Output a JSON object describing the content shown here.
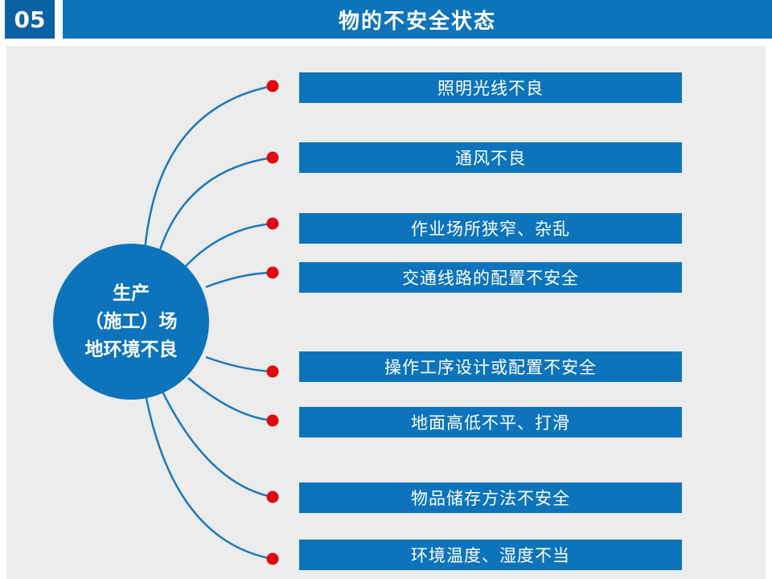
{
  "colors": {
    "accent_blue": "#0d74bb",
    "dark_blue": "#0a61a4",
    "line_blue": "#1a79bd",
    "dot_red": "#e10813",
    "bg_gray": "#ececec"
  },
  "header": {
    "number": "05",
    "title": "物的不安全状态"
  },
  "center_node": {
    "line1": "生产",
    "line2": "（施工）场",
    "line3": "地环境不良"
  },
  "items": [
    {
      "label": "照明光线不良"
    },
    {
      "label": "通风不良"
    },
    {
      "label": "作业场所狭窄、杂乱"
    },
    {
      "label": "交通线路的配置不安全"
    },
    {
      "label": "操作工序设计或配置不安全"
    },
    {
      "label": "地面高低不平、打滑"
    },
    {
      "label": "物品储存方法不安全"
    },
    {
      "label": "环境温度、湿度不当"
    }
  ]
}
